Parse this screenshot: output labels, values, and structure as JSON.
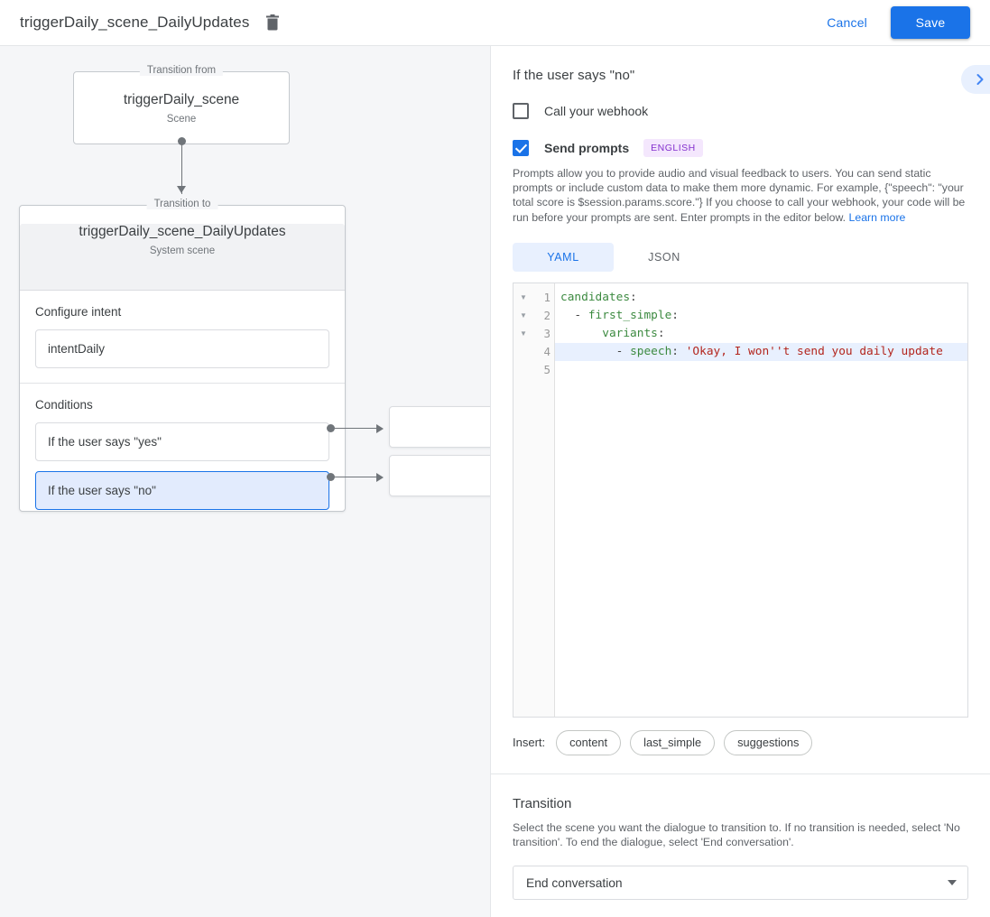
{
  "topbar": {
    "title": "triggerDaily_scene_DailyUpdates",
    "delete_icon": "trash-icon",
    "cancel_label": "Cancel",
    "save_label": "Save",
    "accent_color": "#1a73e8"
  },
  "canvas": {
    "from_node": {
      "legend": "Transition from",
      "title": "triggerDaily_scene",
      "subtitle": "Scene"
    },
    "to_node": {
      "legend": "Transition to",
      "title": "triggerDaily_scene_DailyUpdates",
      "subtitle": "System scene",
      "intent_section_label": "Configure intent",
      "intent_value": "intentDaily",
      "conditions_label": "Conditions",
      "conditions": [
        {
          "label": "If the user says \"yes\"",
          "selected": false
        },
        {
          "label": "If the user says \"no\"",
          "selected": true
        }
      ]
    }
  },
  "panel": {
    "title": "If the user says \"no\"",
    "collapse_icon": "chevron-right-icon",
    "webhook": {
      "label": "Call your webhook",
      "checked": false
    },
    "prompts": {
      "label": "Send prompts",
      "checked": true,
      "language_badge": "ENGLISH",
      "badge_color": "#8430ce",
      "description": "Prompts allow you to provide audio and visual feedback to users. You can send static prompts or include custom data to make them more dynamic. For example, {\"speech\": \"your total score is $session.params.score.\"} If you choose to call your webhook, your code will be run before your prompts are sent. Enter prompts in the editor below. ",
      "learn_more": "Learn more"
    },
    "editor": {
      "tabs": [
        {
          "label": "YAML",
          "active": true
        },
        {
          "label": "JSON",
          "active": false
        }
      ],
      "line_numbers": [
        "1",
        "2",
        "3",
        "4",
        "5"
      ],
      "fold_lines": [
        1,
        2,
        3
      ],
      "highlighted_line": 4,
      "lines": [
        {
          "n": 1,
          "key": "candidates",
          "punct": ":",
          "indent": "",
          "dash": "",
          "value": ""
        },
        {
          "n": 2,
          "key": "first_simple",
          "punct": ":",
          "indent": "  ",
          "dash": "- ",
          "value": ""
        },
        {
          "n": 3,
          "key": "variants",
          "punct": ":",
          "indent": "      ",
          "dash": "",
          "value": ""
        },
        {
          "n": 4,
          "key": "speech",
          "punct": ": ",
          "indent": "        ",
          "dash": "- ",
          "value": "'Okay, I won''t send you daily update"
        },
        {
          "n": 5,
          "key": "",
          "punct": "",
          "indent": "",
          "dash": "",
          "value": ""
        }
      ]
    },
    "insert": {
      "label": "Insert:",
      "chips": [
        "content",
        "last_simple",
        "suggestions"
      ]
    },
    "transition": {
      "title": "Transition",
      "description": "Select the scene you want the dialogue to transition to. If no transition is needed, select 'No transition'. To end the dialogue, select 'End conversation'.",
      "selected_value": "End conversation",
      "dropdown_icon": "chevron-down-icon"
    }
  }
}
